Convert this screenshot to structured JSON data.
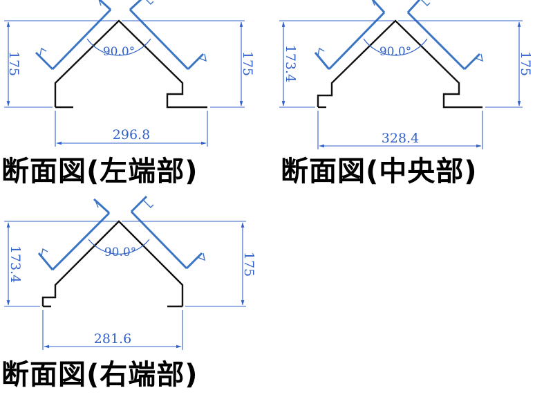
{
  "sections": [
    {
      "id": "left",
      "title": "断面図(左端部)",
      "angle_label": "90.0°",
      "height_left": "175",
      "height_right": "175",
      "width": "296.8"
    },
    {
      "id": "center",
      "title": "断面図(中央部)",
      "angle_label": "90.0°",
      "height_left": "173.4",
      "height_right": "175",
      "width": "328.4"
    },
    {
      "id": "right",
      "title": "断面図(右端部)",
      "angle_label": "90.0°",
      "height_left": "173.4",
      "height_right": "175",
      "width": "281.6"
    }
  ],
  "colors": {
    "profile_line": "#111111",
    "weld_symbol": "#3a74c4",
    "dimension": "#3060c8",
    "title_text": "#000000"
  }
}
